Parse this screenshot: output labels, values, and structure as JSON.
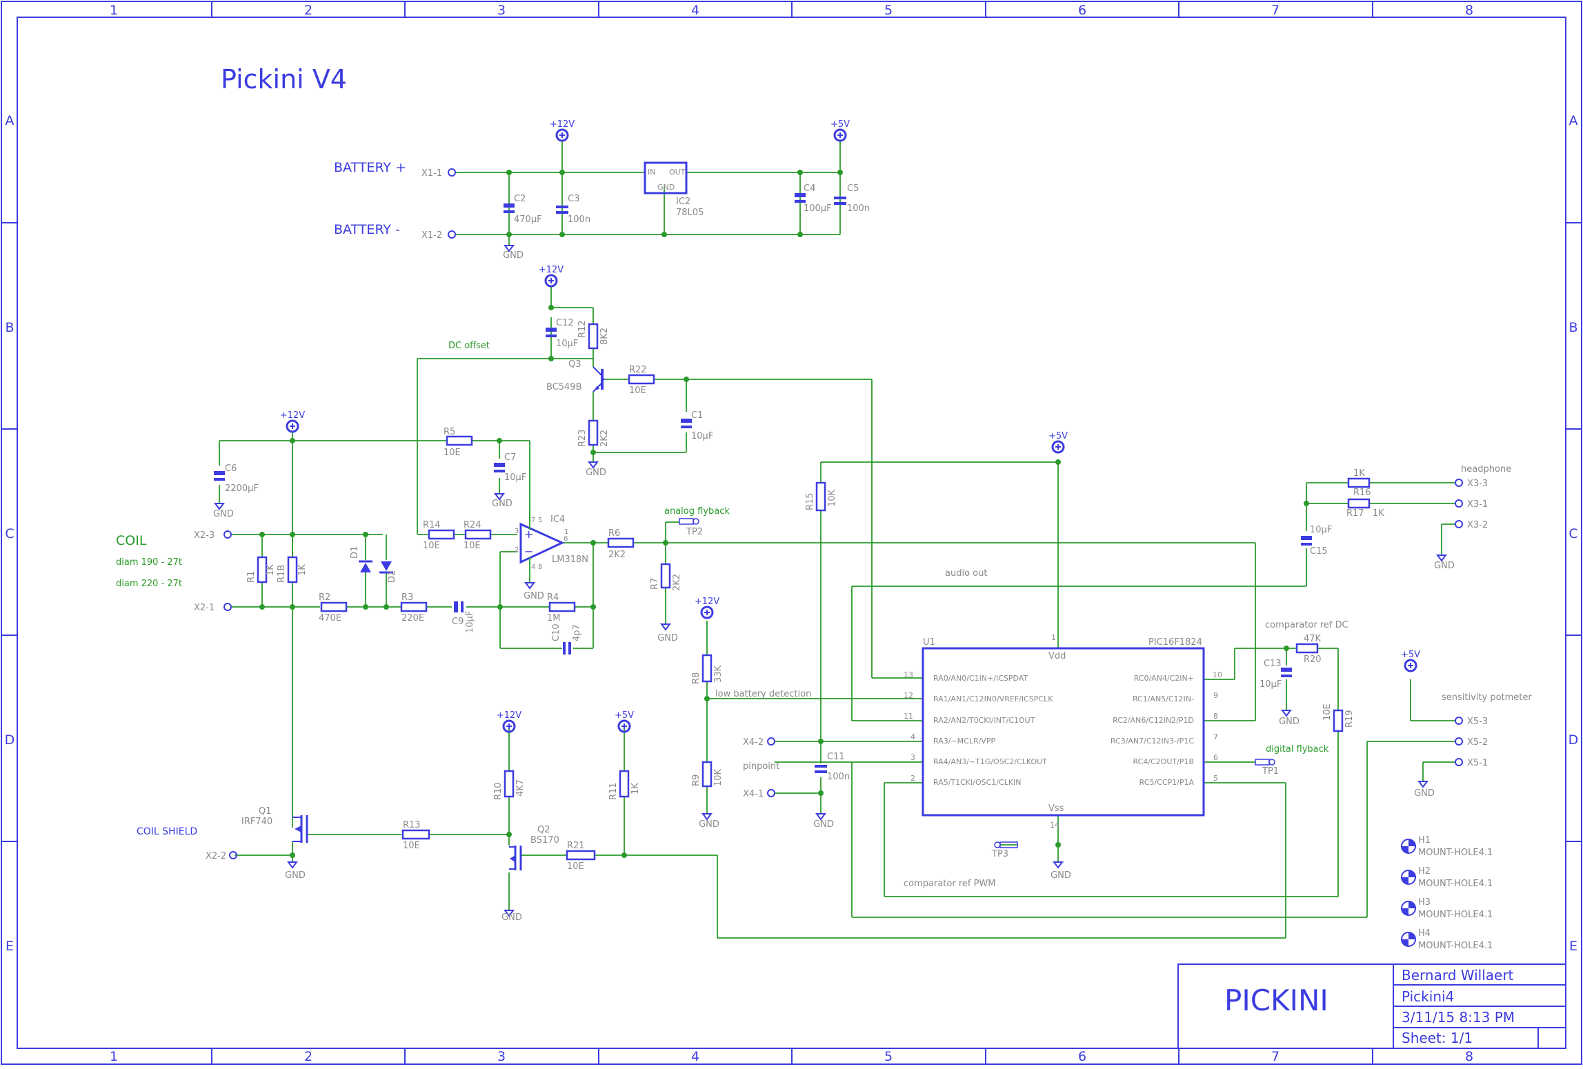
{
  "title": "Pickini V4",
  "frame": {
    "columns": [
      "1",
      "2",
      "3",
      "4",
      "5",
      "6",
      "7",
      "8"
    ],
    "rows": [
      "A",
      "B",
      "C",
      "D",
      "E"
    ]
  },
  "title_block": {
    "name": "PICKINI",
    "author": "Bernard Willaert",
    "file": "Pickini4",
    "date": "3/11/15 8:13 PM",
    "sheet": "Sheet: 1/1"
  },
  "labels": {
    "battery_plus": "BATTERY +",
    "battery_minus": "BATTERY -",
    "coil": "COIL",
    "coil_d1": "diam 190 - 27t",
    "coil_d2": "diam 220 - 27t",
    "coil_shield": "COIL SHIELD",
    "dc_offset": "DC offset",
    "analog_flyback": "analog flyback",
    "digital_flyback": "digital flyback",
    "audio_out": "audio out",
    "low_battery": "low battery detection",
    "pinpoint": "pinpoint",
    "comparator_dc": "comparator ref DC",
    "comparator_pwm": "comparator ref PWM",
    "headphone": "headphone",
    "sensitivity": "sensitivity potmeter"
  },
  "connectors": {
    "x1_1": "X1-1",
    "x1_2": "X1-2",
    "x2_1": "X2-1",
    "x2_2": "X2-2",
    "x2_3": "X2-3",
    "x3_1": "X3-1",
    "x3_2": "X3-2",
    "x3_3": "X3-3",
    "x4_1": "X4-1",
    "x4_2": "X4-2",
    "x5_1": "X5-1",
    "x5_2": "X5-2",
    "x5_3": "X5-3"
  },
  "supplies": {
    "v12": "+12V",
    "v5": "+5V",
    "gnd": "GND"
  },
  "parts": {
    "c1": {
      "ref": "C1",
      "val": "10µF"
    },
    "c2": {
      "ref": "C2",
      "val": "470µF"
    },
    "c3": {
      "ref": "C3",
      "val": "100n"
    },
    "c4": {
      "ref": "C4",
      "val": "100µF"
    },
    "c5": {
      "ref": "C5",
      "val": "100n"
    },
    "c6": {
      "ref": "C6",
      "val": "2200µF"
    },
    "c7": {
      "ref": "C7",
      "val": "10µF"
    },
    "c9": {
      "ref": "C9",
      "val": "10µF"
    },
    "c10": {
      "ref": "C10",
      "val": "4p7"
    },
    "c11": {
      "ref": "C11",
      "val": "100n"
    },
    "c12": {
      "ref": "C12",
      "val": "10µF"
    },
    "c13": {
      "ref": "C13",
      "val": "10µF"
    },
    "c15": {
      "ref": "C15",
      "val": "10µF"
    },
    "r1": {
      "ref": "R1",
      "val": "1K"
    },
    "r1b": {
      "ref": "R1B",
      "val": "1K"
    },
    "r2": {
      "ref": "R2",
      "val": "470E"
    },
    "r3": {
      "ref": "R3",
      "val": "220E"
    },
    "r4": {
      "ref": "R4",
      "val": "1M"
    },
    "r5": {
      "ref": "R5",
      "val": "10E"
    },
    "r6": {
      "ref": "R6",
      "val": "2K2"
    },
    "r7": {
      "ref": "R7",
      "val": "2K2"
    },
    "r8": {
      "ref": "R8",
      "val": "33K"
    },
    "r9": {
      "ref": "R9",
      "val": "10K"
    },
    "r10": {
      "ref": "R10",
      "val": "4K7"
    },
    "r11": {
      "ref": "R11",
      "val": "1K"
    },
    "r12": {
      "ref": "R12",
      "val": "8K2"
    },
    "r13": {
      "ref": "R13",
      "val": "10E"
    },
    "r14": {
      "ref": "R14",
      "val": "10E"
    },
    "r15": {
      "ref": "R15",
      "val": "10K"
    },
    "r16": {
      "ref": "R16",
      "val": "1K"
    },
    "r17": {
      "ref": "R17",
      "val": "1K"
    },
    "r19": {
      "ref": "R19",
      "val": "10E"
    },
    "r20": {
      "ref": "R20",
      "val": "47K"
    },
    "r21": {
      "ref": "R21",
      "val": "10E"
    },
    "r22": {
      "ref": "R22",
      "val": "10E"
    },
    "r23": {
      "ref": "R23",
      "val": "2K2"
    },
    "r24": {
      "ref": "R24",
      "val": "10E"
    },
    "d1": {
      "ref": "D1"
    },
    "d2": {
      "ref": "D2"
    },
    "ic2": {
      "ref": "IC2",
      "val": "78L05",
      "in": "IN",
      "out": "OUT",
      "gnd": "GND"
    },
    "ic4": {
      "ref": "IC4",
      "val": "LM318N"
    },
    "q1": {
      "ref": "Q1",
      "val": "IRF740"
    },
    "q2": {
      "ref": "Q2",
      "val": "BS170"
    },
    "q3": {
      "ref": "Q3",
      "val": "BC549B"
    },
    "tp1": "TP1",
    "tp2": "TP2",
    "tp3": "TP3",
    "holes": [
      {
        "ref": "H1",
        "val": "MOUNT-HOLE4.1"
      },
      {
        "ref": "H2",
        "val": "MOUNT-HOLE4.1"
      },
      {
        "ref": "H3",
        "val": "MOUNT-HOLE4.1"
      },
      {
        "ref": "H4",
        "val": "MOUNT-HOLE4.1"
      }
    ]
  },
  "u1": {
    "ref": "U1",
    "val": "PIC16F1824",
    "vdd": "Vdd",
    "vss": "Vss",
    "vdd_pin": "1",
    "vss_pin": "14",
    "left_pins": [
      {
        "num": "13",
        "name": "RA0/AN0/C1IN+/ICSPDAT"
      },
      {
        "num": "12",
        "name": "RA1/AN1/C12IN0/VREF/ICSPCLK"
      },
      {
        "num": "11",
        "name": "RA2/AN2/T0CKI/INT/C1OUT"
      },
      {
        "num": "4",
        "name": "RA3/~MCLR/VPP"
      },
      {
        "num": "3",
        "name": "RA4/AN3/~T1G/OSC2/CLKOUT"
      },
      {
        "num": "2",
        "name": "RA5/T1CKI/OSC1/CLKIN"
      }
    ],
    "right_pins": [
      {
        "num": "10",
        "name": "RC0/AN4/C2IN+"
      },
      {
        "num": "9",
        "name": "RC1/AN5/C12IN-"
      },
      {
        "num": "8",
        "name": "RC2/AN6/C12IN2/P1D"
      },
      {
        "num": "7",
        "name": "RC3/AN7/C12IN3-/P1C"
      },
      {
        "num": "6",
        "name": "RC4/C2OUT/P1B"
      },
      {
        "num": "5",
        "name": "RC5/CCP1/P1A"
      }
    ]
  },
  "colors": {
    "symbol": "#3c3ce0",
    "wire": "#2a9a2a",
    "text": "#8a8a8a"
  }
}
